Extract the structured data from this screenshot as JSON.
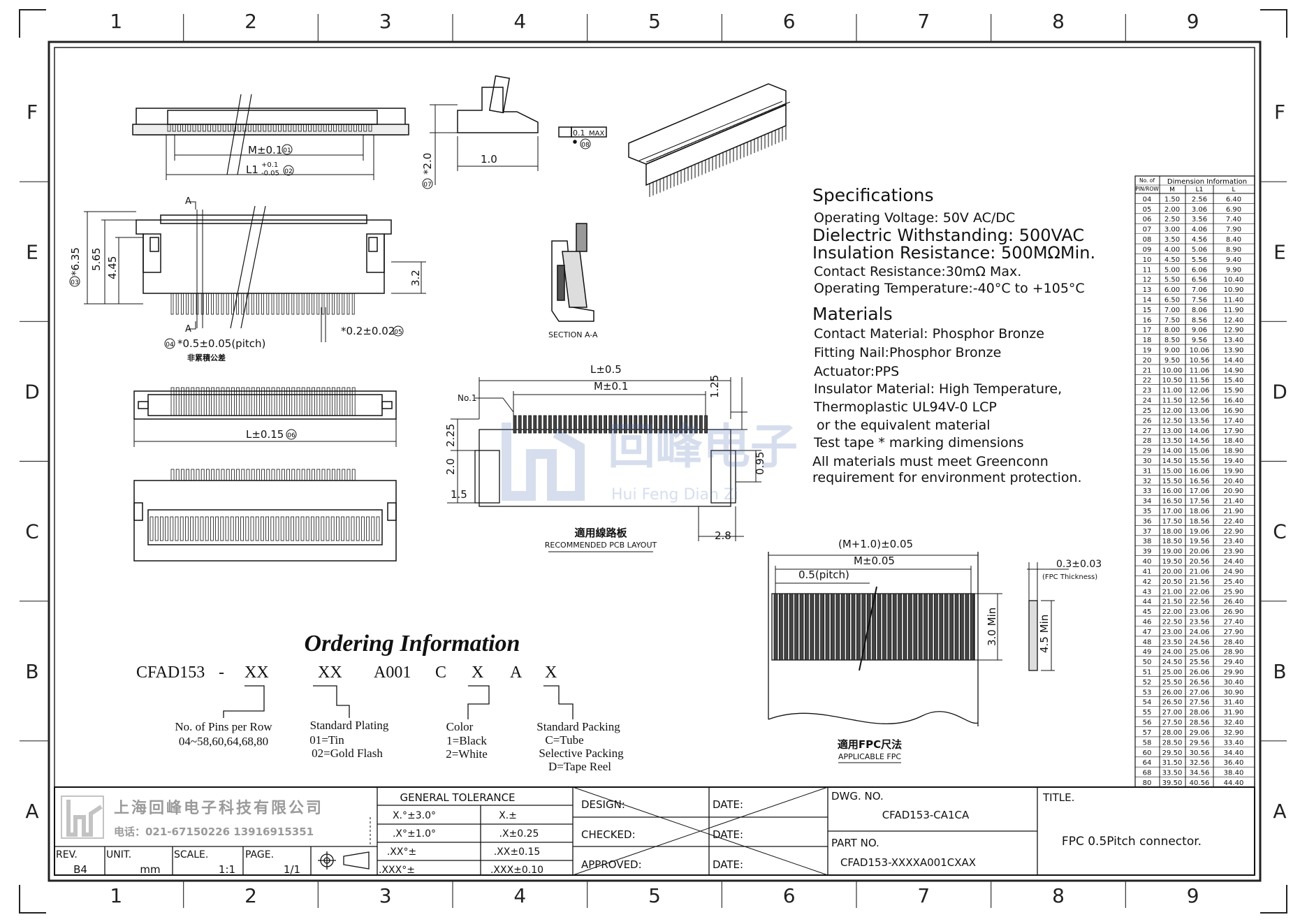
{
  "frame": {
    "columns": [
      "1",
      "2",
      "3",
      "4",
      "5",
      "6",
      "7",
      "8",
      "9"
    ],
    "rows": [
      "F",
      "E",
      "D",
      "C",
      "B",
      "A"
    ]
  },
  "drawing": {
    "dim_m01": "M±0.1",
    "dim_l1": "L1",
    "dim_l1_tol_up": "+0.1",
    "dim_l1_tol_dn": "-0.05",
    "dim_6_35": "*6.35",
    "dim_5_65": "5.65",
    "dim_4_45": "4.45",
    "dim_3_2": "3.2",
    "dim_pitch": "*0.5±0.05(pitch)",
    "dim_pin_w": "*0.2±0.02",
    "cn_tol_note": "非累積公差",
    "section_a": "A",
    "dim_2_0": "*2.0",
    "dim_1_0": "1.0",
    "dim_flat": "0.1",
    "dim_flat_max": "MAX",
    "section_label": "SECTION A-A",
    "dim_l015": "L±0.15",
    "b01": "01",
    "b02": "02",
    "b03": "03",
    "b04": "04",
    "b05": "05",
    "b06": "06",
    "b07": "07",
    "b08": "08",
    "pcb_l05": "L±0.5",
    "pcb_m01": "M±0.1",
    "pcb_no1": "No.1",
    "pcb_1_25": "1.25",
    "pcb_2_25": "2.25",
    "pcb_2_0": "2.0",
    "pcb_1_5": "1.5",
    "pcb_0_95": "0.95",
    "pcb_2_8": "2.8",
    "pcb_cn": "適用線路板",
    "pcb_en": "RECOMMENDED PCB LAYOUT",
    "fpc_m1": "(M+1.0)±0.05",
    "fpc_m": "M±0.05",
    "fpc_pitch": "0.5(pitch)",
    "fpc_3_0": "3.0 Min",
    "fpc_4_5": "4.5 Min",
    "fpc_thk": "0.3±0.03",
    "fpc_thk_label": "(FPC Thickness)",
    "fpc_cn": "適用FPC尺法",
    "fpc_en": "APPLICABLE FPC",
    "watermark_cn": "回峰电子",
    "watermark_en": "Hui Feng Dian Zi"
  },
  "specs": {
    "title": "Specifications",
    "lines": [
      "Operating Voltage: 50V AC/DC",
      "Dielectric Withstanding: 500VAC",
      "Insulation Resistance: 500MΩMin.",
      "Contact Resistance:30mΩ Max.",
      "Operating Temperature:-40°C to +105°C"
    ]
  },
  "materials": {
    "title": "Materials",
    "lines": [
      "Contact Material: Phosphor Bronze",
      "Fitting Nail:Phosphor Bronze",
      "Actuator:PPS",
      "Insulator Material: High Temperature,",
      "Thermoplastic UL94V-0 LCP",
      " or the equivalent material",
      "Test tape * marking dimensions",
      "All materials must meet Greenconn",
      "requirement for environment protection."
    ]
  },
  "ordering": {
    "title": "Ordering Information",
    "code": [
      "CFAD153",
      "-",
      "XX",
      "XX",
      "A001",
      "C",
      "X",
      "A",
      "X"
    ],
    "pins_label": "No. of Pins per Row",
    "pins_values": "04~58,60,64,68,80",
    "plating_label": "Standard Plating",
    "plating_1": "01=Tin",
    "plating_2": "02=Gold Flash",
    "color_label": "Color",
    "color_1": "1=Black",
    "color_2": "2=White",
    "pack_label": "Standard Packing",
    "pack_1": "C=Tube",
    "pack_2": "Selective Packing",
    "pack_3": "D=Tape Reel"
  },
  "dimension_table": {
    "head_pin": "No. of",
    "head_pin2": "PIN/ROW",
    "head_title": "Dimension Information",
    "head_m": "M",
    "head_l1": "L1",
    "head_l": "L",
    "rows": [
      [
        "04",
        "1.50",
        "2.56",
        "6.40"
      ],
      [
        "05",
        "2.00",
        "3.06",
        "6.90"
      ],
      [
        "06",
        "2.50",
        "3.56",
        "7.40"
      ],
      [
        "07",
        "3.00",
        "4.06",
        "7.90"
      ],
      [
        "08",
        "3.50",
        "4.56",
        "8.40"
      ],
      [
        "09",
        "4.00",
        "5.06",
        "8.90"
      ],
      [
        "10",
        "4.50",
        "5.56",
        "9.40"
      ],
      [
        "11",
        "5.00",
        "6.06",
        "9.90"
      ],
      [
        "12",
        "5.50",
        "6.56",
        "10.40"
      ],
      [
        "13",
        "6.00",
        "7.06",
        "10.90"
      ],
      [
        "14",
        "6.50",
        "7.56",
        "11.40"
      ],
      [
        "15",
        "7.00",
        "8.06",
        "11.90"
      ],
      [
        "16",
        "7.50",
        "8.56",
        "12.40"
      ],
      [
        "17",
        "8.00",
        "9.06",
        "12.90"
      ],
      [
        "18",
        "8.50",
        "9.56",
        "13.40"
      ],
      [
        "19",
        "9.00",
        "10.06",
        "13.90"
      ],
      [
        "20",
        "9.50",
        "10.56",
        "14.40"
      ],
      [
        "21",
        "10.00",
        "11.06",
        "14.90"
      ],
      [
        "22",
        "10.50",
        "11.56",
        "15.40"
      ],
      [
        "23",
        "11.00",
        "12.06",
        "15.90"
      ],
      [
        "24",
        "11.50",
        "12.56",
        "16.40"
      ],
      [
        "25",
        "12.00",
        "13.06",
        "16.90"
      ],
      [
        "26",
        "12.50",
        "13.56",
        "17.40"
      ],
      [
        "27",
        "13.00",
        "14.06",
        "17.90"
      ],
      [
        "28",
        "13.50",
        "14.56",
        "18.40"
      ],
      [
        "29",
        "14.00",
        "15.06",
        "18.90"
      ],
      [
        "30",
        "14.50",
        "15.56",
        "19.40"
      ],
      [
        "31",
        "15.00",
        "16.06",
        "19.90"
      ],
      [
        "32",
        "15.50",
        "16.56",
        "20.40"
      ],
      [
        "33",
        "16.00",
        "17.06",
        "20.90"
      ],
      [
        "34",
        "16.50",
        "17.56",
        "21.40"
      ],
      [
        "35",
        "17.00",
        "18.06",
        "21.90"
      ],
      [
        "36",
        "17.50",
        "18.56",
        "22.40"
      ],
      [
        "37",
        "18.00",
        "19.06",
        "22.90"
      ],
      [
        "38",
        "18.50",
        "19.56",
        "23.40"
      ],
      [
        "39",
        "19.00",
        "20.06",
        "23.90"
      ],
      [
        "40",
        "19.50",
        "20.56",
        "24.40"
      ],
      [
        "41",
        "20.00",
        "21.06",
        "24.90"
      ],
      [
        "42",
        "20.50",
        "21.56",
        "25.40"
      ],
      [
        "43",
        "21.00",
        "22.06",
        "25.90"
      ],
      [
        "44",
        "21.50",
        "22.56",
        "26.40"
      ],
      [
        "45",
        "22.00",
        "23.06",
        "26.90"
      ],
      [
        "46",
        "22.50",
        "23.56",
        "27.40"
      ],
      [
        "47",
        "23.00",
        "24.06",
        "27.90"
      ],
      [
        "48",
        "23.50",
        "24.56",
        "28.40"
      ],
      [
        "49",
        "24.00",
        "25.06",
        "28.90"
      ],
      [
        "50",
        "24.50",
        "25.56",
        "29.40"
      ],
      [
        "51",
        "25.00",
        "26.06",
        "29.90"
      ],
      [
        "52",
        "25.50",
        "26.56",
        "30.40"
      ],
      [
        "53",
        "26.00",
        "27.06",
        "30.90"
      ],
      [
        "54",
        "26.50",
        "27.56",
        "31.40"
      ],
      [
        "55",
        "27.00",
        "28.06",
        "31.90"
      ],
      [
        "56",
        "27.50",
        "28.56",
        "32.40"
      ],
      [
        "57",
        "28.00",
        "29.06",
        "32.90"
      ],
      [
        "58",
        "28.50",
        "29.56",
        "33.40"
      ],
      [
        "60",
        "29.50",
        "30.56",
        "34.40"
      ],
      [
        "64",
        "31.50",
        "32.56",
        "36.40"
      ],
      [
        "68",
        "33.50",
        "34.56",
        "38.40"
      ],
      [
        "80",
        "39.50",
        "40.56",
        "44.40"
      ]
    ]
  },
  "title_block": {
    "company": "上海回峰电子科技有限公司",
    "phone": "电话：021-67150226  13916915351",
    "rev_label": "REV.",
    "rev_value": "B4",
    "unit_label": "UNIT.",
    "unit_value": "mm",
    "scale_label": "SCALE.",
    "scale_value": "1:1",
    "page_label": "PAGE.",
    "page_value": "1/1",
    "tol_title": "GENERAL TOLERANCE",
    "tol_rows": [
      [
        "X.°±3.0°",
        "X.±"
      ],
      [
        ".X°±1.0°",
        ".X±0.25"
      ],
      [
        ".XX°±",
        ".XX±0.15"
      ],
      [
        ".XXX°±",
        ".XXX±0.10"
      ]
    ],
    "design_label": "DESIGN:",
    "checked_label": "CHECKED:",
    "approved_label": "APPROVED:",
    "date_label": "DATE:",
    "dwg_label": "DWG. NO.",
    "dwg_value": "CFAD153-CA1CA",
    "part_label": "PART NO.",
    "part_value": "CFAD153-XXXXA001CXAX",
    "title_label": "TITLE.",
    "title_value": "FPC 0.5Pitch connector."
  }
}
